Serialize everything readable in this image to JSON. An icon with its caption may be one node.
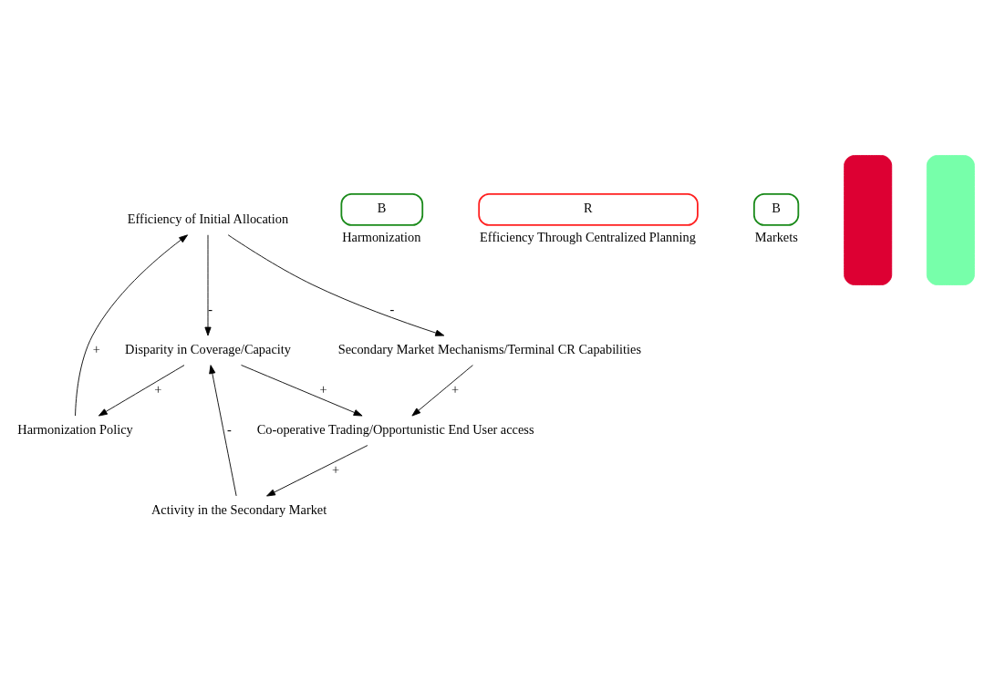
{
  "diagram": {
    "nodes": [
      {
        "text": [
          "Efficiency of Initial Allocation"
        ]
      },
      {
        "text": [
          "Harmonization Policy"
        ]
      },
      {
        "text": [
          "B"
        ],
        "beside": [
          "Harmonization"
        ]
      },
      {
        "text": [
          "Disparity in Coverage/Capacity"
        ]
      },
      {
        "text": [
          "R"
        ],
        "beside": [
          "Efficiency Through Centralized Planning"
        ]
      },
      {
        "text": [
          "Secondary Market Mechanisms/Terminal CR Capabilities"
        ]
      },
      {
        "text": [
          "Activity in the Secondary Market"
        ]
      },
      {
        "text": [
          "B"
        ],
        "beside": [
          "Markets"
        ]
      },
      {
        "text": [
          "Co-operative Trading/Opportunistic End User access"
        ]
      },
      {
        "text": [],
        "shape": "box"
      },
      {
        "text": [],
        "shape": "box"
      }
    ],
    "edges": [
      {
        "from": 1,
        "to": 0,
        "arrow": "to",
        "label": "+"
      },
      {
        "from": 0,
        "to": 3,
        "arrow": "to",
        "label": "-"
      },
      {
        "from": 3,
        "to": 1,
        "arrow": "to",
        "label": "+"
      },
      {
        "from": 0,
        "to": 5,
        "arrow": "to",
        "label": "-"
      },
      {
        "from": 5,
        "to": 8,
        "arrow": "to",
        "label": "+"
      },
      {
        "from": 3,
        "to": 8,
        "arrow": "to",
        "label": "+"
      },
      {
        "from": 8,
        "to": 6,
        "arrow": "to",
        "label": "+"
      },
      {
        "from": 6,
        "to": 3,
        "arrow": "to",
        "label": "-"
      }
    ]
  }
}
